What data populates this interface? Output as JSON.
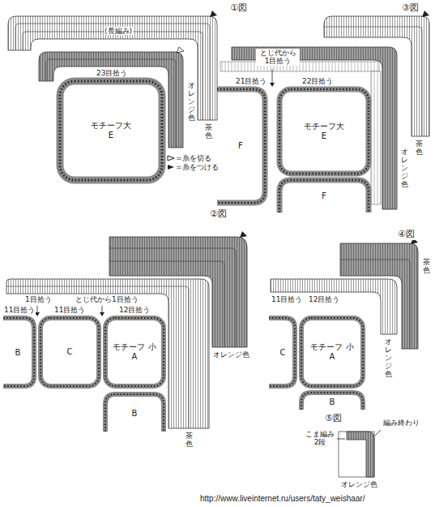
{
  "diagram": {
    "nodes": [
      {
        "text": [
          "モチーフ大",
          "E"
        ]
      },
      {
        "text": [
          "モチーフ大",
          "E"
        ]
      },
      {
        "text": [
          "F"
        ]
      },
      {
        "text": [
          "F"
        ]
      },
      {
        "text": [
          "B"
        ]
      },
      {
        "text": [
          "C"
        ]
      },
      {
        "text": [
          "モチーフ 小",
          "A"
        ]
      },
      {
        "text": [
          "B"
        ]
      },
      {
        "text": [
          "C"
        ]
      },
      {
        "text": [
          "モチーフ 小",
          "A"
        ]
      },
      {
        "text": [
          "B"
        ]
      }
    ],
    "labels": [
      "①図",
      "(長編み)",
      "23目拾う",
      "オレンジ色",
      "茶色",
      "③図",
      "とじ代から 1目拾う",
      "21目拾う",
      "22目拾う",
      "オレンジ色",
      "茶色",
      "②図",
      "1目拾う",
      "とじ代から1目拾う",
      "11目拾う",
      "11目拾う",
      "12目拾う",
      "オレンジ色",
      "茶色",
      "④図",
      "11目拾う",
      "12目拾う",
      "オレンジ色",
      "茶色",
      "⑤図",
      "こま編み 2段",
      "編み終わり",
      "オレンジ色",
      "http://www.liveinternet.ru/users/taty_weishaar/"
    ],
    "legend": [
      {
        "text": "=糸を切る"
      },
      {
        "text": "=糸をつける"
      }
    ]
  }
}
